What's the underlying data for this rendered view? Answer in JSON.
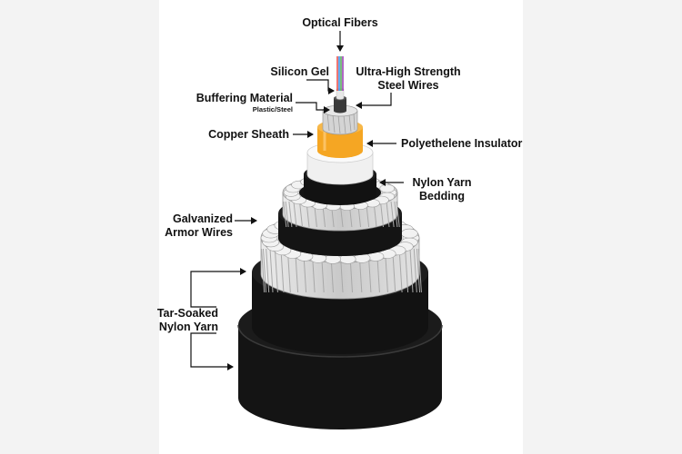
{
  "labels": {
    "optical_fibers": "Optical Fibers",
    "silicon_gel": "Silicon Gel",
    "steel_wires_line1": "Ultra-High Strength",
    "steel_wires_line2": "Steel Wires",
    "buffering_material": "Buffering Material",
    "buffering_material_sub": "Plastic/Steel",
    "copper_sheath": "Copper Sheath",
    "polyethelene_insulator": "Polyethelene Insulator",
    "nylon_bedding_line1": "Nylon Yarn",
    "nylon_bedding_line2": "Bedding",
    "armor_line1": "Galvanized",
    "armor_line2": "Armor Wires",
    "tar_line1": "Tar-Soaked",
    "tar_line2": "Nylon Yarn"
  },
  "colors": {
    "background": "#f3f3f3",
    "panel": "#ffffff",
    "jacket": "#1a1a1a",
    "armor_wires": "#d9d9d9",
    "copper_sheath": "#f5a623",
    "insulator": "#f4f4f4",
    "fibers": [
      "#e53935",
      "#1e88e5",
      "#43a047",
      "#8e24aa"
    ]
  }
}
